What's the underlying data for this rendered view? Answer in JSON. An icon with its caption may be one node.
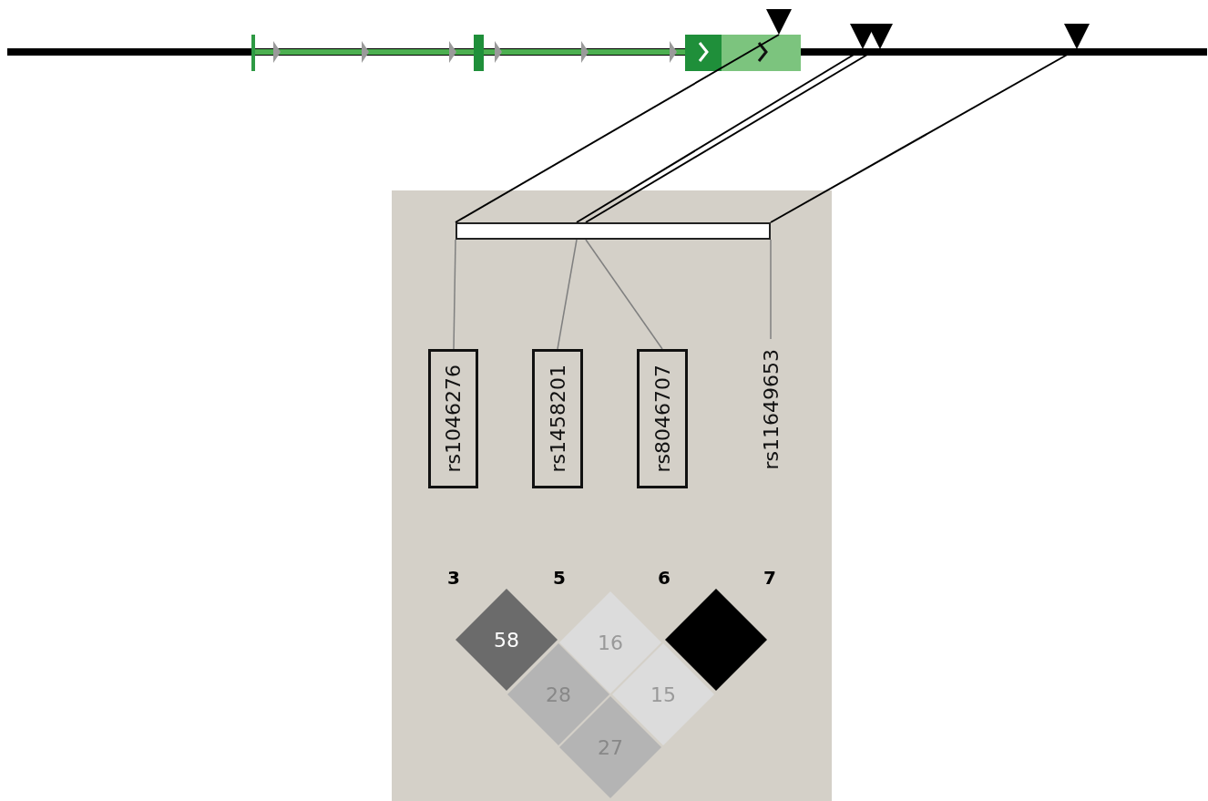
{
  "diagram": {
    "nodes": [
      {
        "text": [],
        "shape": "triangle"
      },
      {
        "text": [],
        "shape": "triangle"
      },
      {
        "text": [],
        "shape": "triangle"
      },
      {
        "text": [],
        "shape": "triangle"
      },
      {
        "text": [],
        "shape": "bar"
      },
      {
        "text": [
          "rs1046276"
        ]
      },
      {
        "text": [
          "rs1458201"
        ]
      },
      {
        "text": [
          "rs8046707"
        ]
      },
      {
        "text": [
          "rs11649653"
        ]
      },
      {
        "text": [
          "58"
        ]
      },
      {
        "text": [
          "16"
        ]
      },
      {
        "text": [],
        "shape": "diamond"
      },
      {
        "text": [
          "28"
        ]
      },
      {
        "text": [
          "15"
        ]
      },
      {
        "text": [
          "27"
        ]
      }
    ],
    "edges": [
      {
        "from": 0,
        "to": 4,
        "arrow": "none"
      },
      {
        "from": 1,
        "to": 4,
        "arrow": "none"
      },
      {
        "from": 2,
        "to": 4,
        "arrow": "none"
      },
      {
        "from": 3,
        "to": 4,
        "arrow": "none"
      },
      {
        "from": 5,
        "to": 4,
        "arrow": "none",
        "color": "#808080"
      },
      {
        "from": 6,
        "to": 4,
        "arrow": "none",
        "color": "#808080"
      },
      {
        "from": 7,
        "to": 4,
        "arrow": "none",
        "color": "#808080"
      },
      {
        "from": 8,
        "to": 4,
        "arrow": "none",
        "color": "#808080"
      }
    ],
    "labels": [
      "3",
      "5",
      "6",
      "7"
    ]
  }
}
